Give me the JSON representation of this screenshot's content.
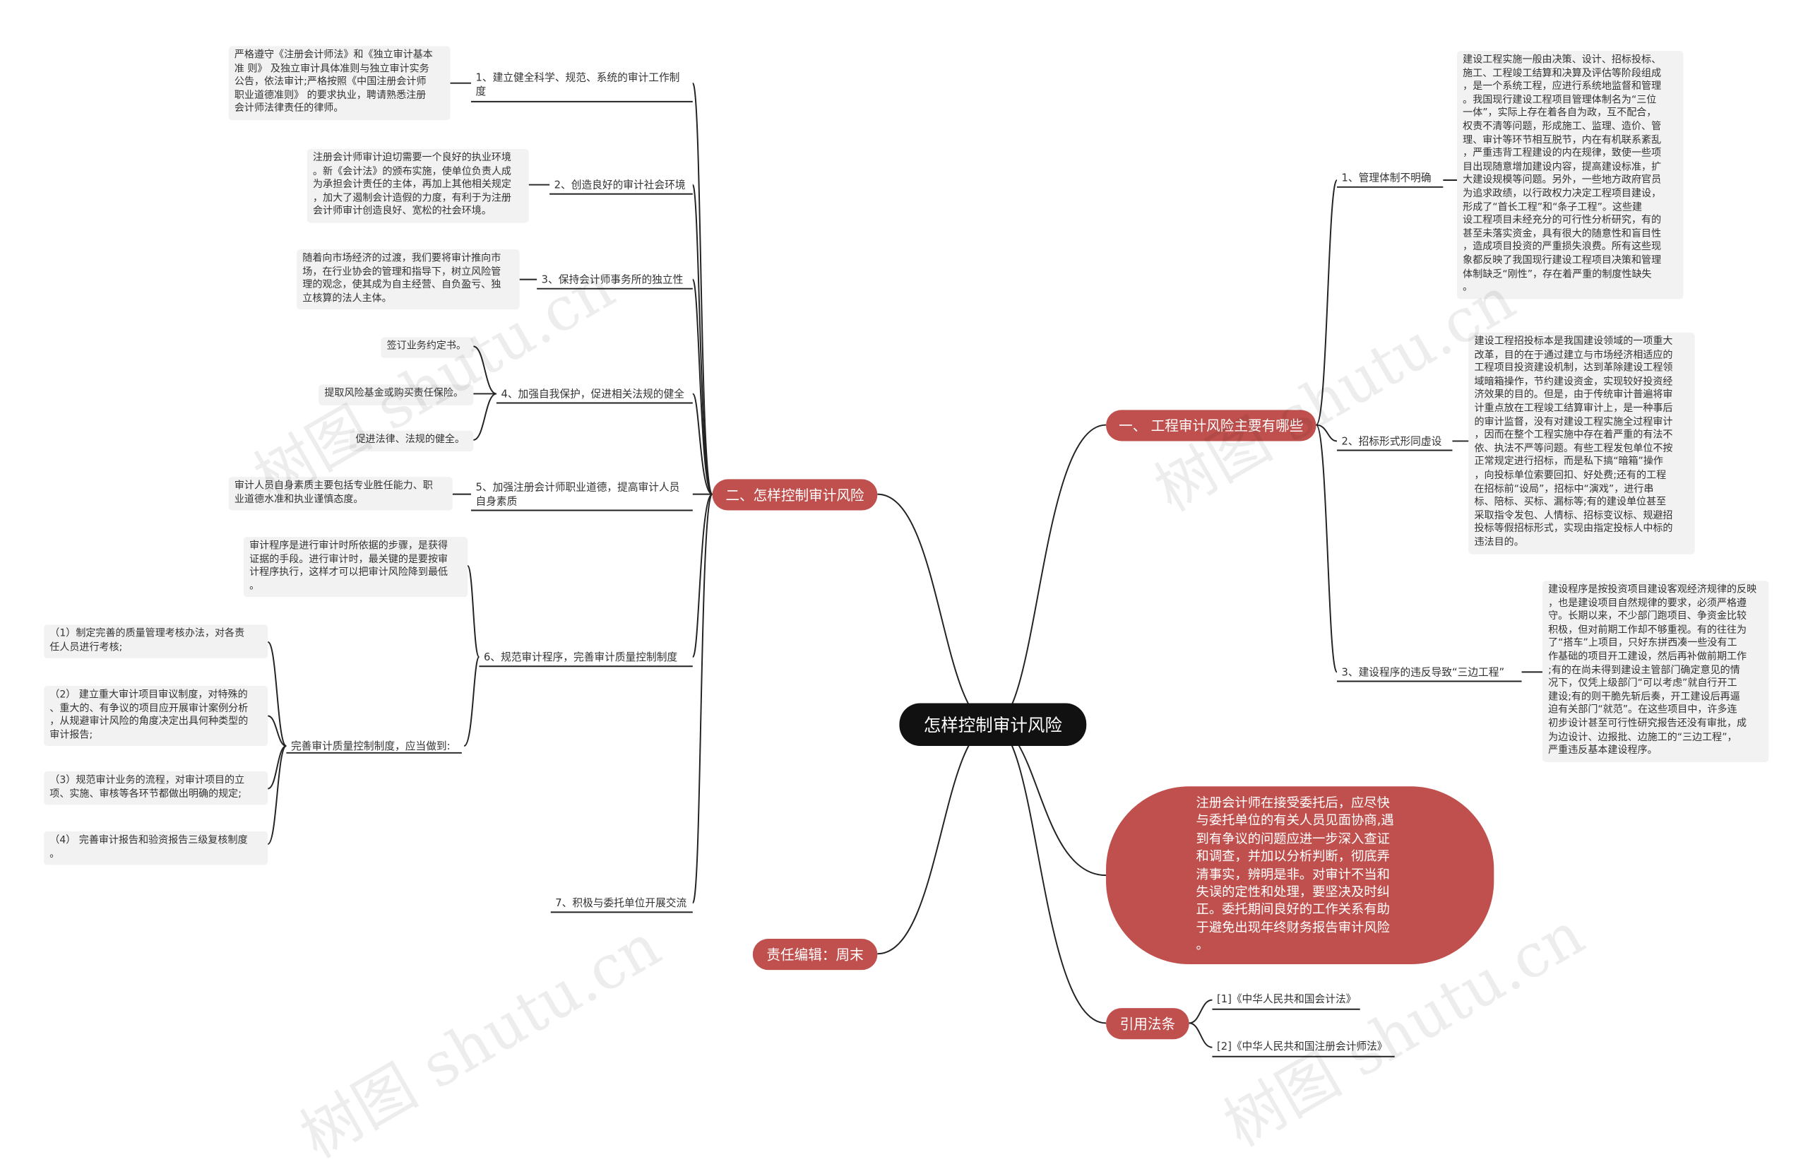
{
  "root": {
    "title": "怎样控制审计风险"
  },
  "right": {
    "branch1": {
      "title": "一、 工程审计风险主要有哪些",
      "items": [
        {
          "label": "1、管理体制不明确",
          "text": "建设工程实施一般由决策、设计、招标投标、\n施工、工程竣工结算和决算及评估等阶段组成\n，是一个系统工程，应进行系统地监督和管理\n。我国现行建设工程项目管理体制名为“三位\n一体”，实际上存在着各自为政，互不配合，\n权责不清等问题，形成施工、监理、造价、管\n理、审计等环节相互脱节，内在有机联系紊乱\n，严重违背工程建设的内在规律，致使一些项\n目出现随意增加建设内容，提高建设标准，扩\n大建设规模等问题。另外，一些地方政府官员\n为追求政绩，以行政权力决定工程项目建设，\n形成了“首长工程”和“条子工程”。这些建\n设工程项目未经充分的可行性分析研究，有的\n甚至未落实资金，具有很大的随意性和盲目性\n，造成项目投资的严重损失浪费。所有这些现\n象都反映了我国现行建设工程项目决策和管理\n体制缺乏“刚性”，存在着严重的制度性缺失\n。"
        },
        {
          "label": "2、招标形式形同虚设",
          "text": "建设工程招投标本是我国建设领域的一项重大\n改革，目的在于通过建立与市场经济相适应的\n工程项目投资建设机制，达到革除建设工程领\n域暗箱操作，节约建设资金，实现较好投资经\n济效果的目的。但是，由于传统审计普遍将审\n计重点放在工程竣工结算审计上，是一种事后\n的审计监督，没有对建设工程实施全过程审计\n，因而在整个工程实施中存在着严重的有法不\n依、执法不严等问题。有些工程发包单位不按\n正常规定进行招标，而是私下搞“暗箱”操作\n，向投标单位索要回扣、好处费;还有的工程\n在招标前“设局”，招标中“演戏”，进行串\n标、陪标、买标、漏标等;有的建设单位甚至\n采取指令发包、人情标、招标变议标、规避招\n投标等假招标形式，实现由指定投标人中标的\n违法目的。"
        },
        {
          "label": "3、建设程序的违反导致“三边工程”",
          "text": "建设程序是按投资项目建设客观经济规律的反映\n，也是建设项目自然规律的要求，必须严格遵\n守。长期以来，不少部门跑项目、争资金比较\n积极，但对前期工作却不够重视。有的往往为\n了“搭车”上项目，只好东拼西凑一些没有工\n作基础的项目开工建设，然后再补做前期工作\n;有的在尚未得到建设主管部门确定意见的情\n况下，仅凭上级部门“可以考虑”就自行开工\n建设;有的则干脆先斩后奏，开工建设后再逼\n迫有关部门“就范”。在这些项目中，许多连\n初步设计甚至可行性研究报告还没有审批，成\n为边设计、边报批、边施工的“三边工程”，\n严重违反基本建设程序。"
        }
      ]
    },
    "bubble": {
      "text": "注册会计师在接受委托后，应尽快\n与委托单位的有关人员见面协商,遇\n到有争议的问题应进一步深入查证\n和调查，并加以分析判断，彻底弄\n清事实，辨明是非。对审计不当和\n失误的定性和处理，要坚决及时纠\n正。委托期间良好的工作关系有助\n于避免出现年终财务报告审计风险\n。"
    },
    "citation": {
      "title": "引用法条",
      "items": [
        "[1]《中华人民共和国会计法》",
        "[2]《中华人民共和国注册会计师法》"
      ]
    }
  },
  "left": {
    "branch2": {
      "title": "二、怎样控制审计风险",
      "items": [
        {
          "label": "1、建立健全科学、规范、系统的审计工作制\n度",
          "text": "严格遵守《注册会计师法》和《独立审计基本\n准 则》 及独立审计具体准则与独立审计实务\n公告，依法审计;严格按照《中国注册会计师\n职业道德准则》 的要求执业，聘请熟悉注册\n会计师法律责任的律师。"
        },
        {
          "label": "2、创造良好的审计社会环境",
          "text": "注册会计师审计迫切需要一个良好的执业环境\n。新《会计法》的颁布实施，使单位负责人成\n为承担会计责任的主体，再加上其他相关规定\n，加大了遏制会计造假的力度，有利于为注册\n会计师审计创造良好、宽松的社会环境。"
        },
        {
          "label": "3、保持会计师事务所的独立性",
          "text": "随着向市场经济的过渡，我们要将审计推向市\n场，在行业协会的管理和指导下，树立风险管\n理的观念，使其成为自主经营、自负盈亏、独\n立核算的法人主体。"
        },
        {
          "label": "4、加强自我保护，促进相关法规的健全",
          "subs": [
            "签订业务约定书。",
            "提取风险基金或购买责任保险。",
            "促进法律、法规的健全。"
          ]
        },
        {
          "label": "5、加强注册会计师职业道德，提高审计人员\n自身素质",
          "text": "审计人员自身素质主要包括专业胜任能力、职\n业道德水准和执业谨慎态度。"
        },
        {
          "label": "6、规范审计程序，完善审计质量控制制度",
          "text": "审计程序是进行审计时所依据的步骤，是获得\n证据的手段。进行审计时，最关键的是要按审\n计程序执行，这样才可以把审计风险降到最低\n。",
          "sub": {
            "label": "完善审计质量控制制度，应当做到:",
            "items": [
              "（1）制定完善的质量管理考核办法，对各责\n任人员进行考核;",
              "（2） 建立重大审计项目审议制度，对特殊的\n、重大的、有争议的项目应开展审计案例分析\n，从规避审计风险的角度决定出具何种类型的\n审计报告;",
              "（3）规范审计业务的流程，对审计项目的立\n项、实施、审核等各环节都做出明确的规定;",
              "（4） 完善审计报告和验资报告三级复核制度\n。"
            ]
          }
        },
        {
          "label": "7、积极与委托单位开展交流"
        }
      ]
    },
    "editor": {
      "title": "责任编辑：周末"
    }
  },
  "watermark": "树图 shutu.cn"
}
